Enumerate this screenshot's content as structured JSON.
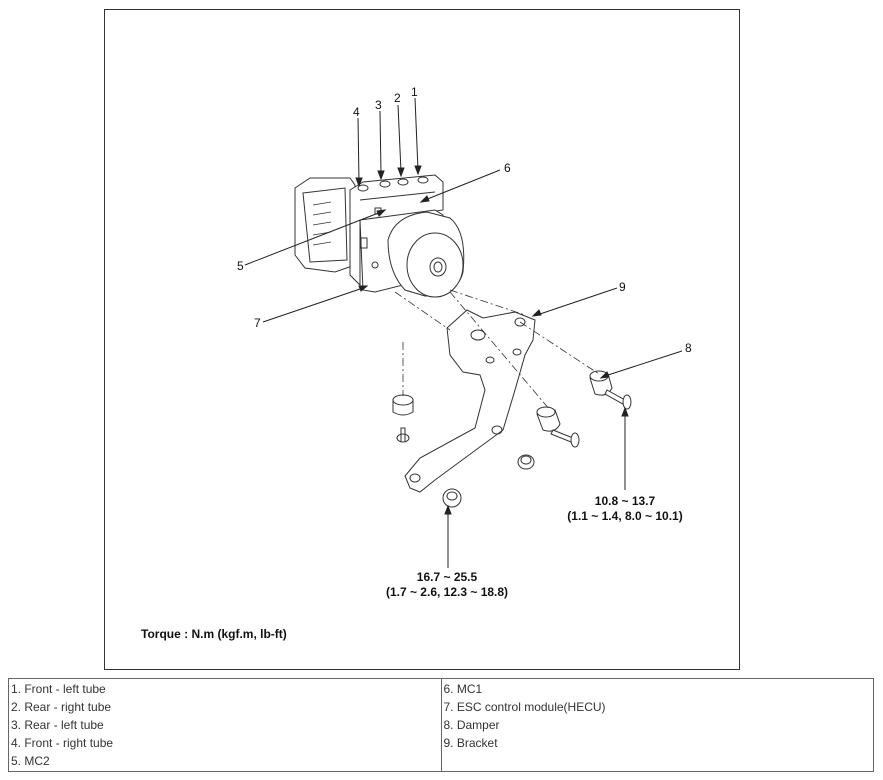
{
  "callouts": [
    "1",
    "2",
    "3",
    "4",
    "5",
    "6",
    "7",
    "8",
    "9"
  ],
  "torque_specs": [
    {
      "value": "16.7 ~ 25.5",
      "converted": "(1.7 ~ 2.6, 12.3 ~ 18.8)"
    },
    {
      "value": "10.8 ~ 13.7",
      "converted": "(1.1 ~ 1.4, 8.0 ~ 10.1)"
    }
  ],
  "torque_unit_note": "Torque : N.m (kgf.m, lb-ft)",
  "legend": {
    "left": [
      "1. Front - left tube",
      "2. Rear - right tube",
      "3. Rear - left tube",
      "4. Front - right tube",
      "5. MC2"
    ],
    "right": [
      "6. MC1",
      "7. ESC control module(HECU)",
      "8. Damper",
      "9. Bracket"
    ]
  }
}
